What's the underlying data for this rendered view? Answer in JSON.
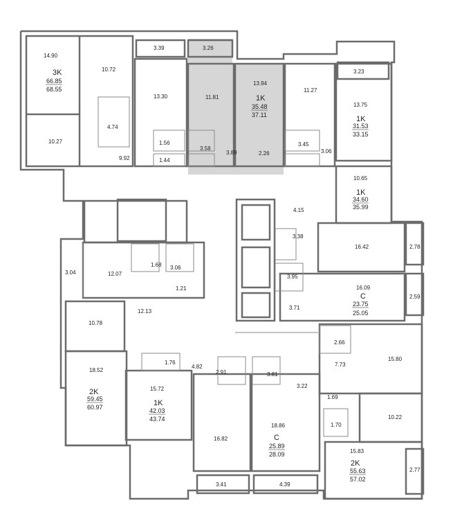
{
  "rooms": {
    "r1490": "14.90",
    "r1072": "10.72",
    "r1027": "10.27",
    "r474": "4.74",
    "r339": "3.39",
    "r326": "3.26",
    "r1330": "13.30",
    "r1181": "11.81",
    "r156": "1.56",
    "r144": "1.44",
    "r358": "3.58",
    "r389": "3.89",
    "r992": "9.92",
    "r1394": "13.94",
    "r226": "2.26",
    "r1127": "11.27",
    "r345": "3.45",
    "r306a": "3.06",
    "r323": "3.23",
    "r1375": "13.75",
    "r1065": "10.65",
    "r415": "4.15",
    "r338": "3.38",
    "r1642": "16.42",
    "r278": "2.78",
    "r395": "3.95",
    "r1609": "16.09",
    "r259": "2.59",
    "r371": "3.71",
    "r304": "3.04",
    "r1207": "12.07",
    "r168": "1.68",
    "r306b": "3.06",
    "r121": "1.21",
    "r1213": "12.13",
    "r1078": "10.78",
    "r1852": "18.52",
    "r176": "1.76",
    "r482": "4.82",
    "r1572": "15.72",
    "r291": "2.91",
    "r381": "3.81",
    "r322": "3.22",
    "r266": "2.66",
    "r773": "7.73",
    "r1580": "15.80",
    "r169": "1.69",
    "r170": "1.70",
    "r1022": "10.22",
    "r1682": "16.82",
    "r1886": "18.86",
    "r1583": "15.83",
    "r277": "2.77",
    "r341": "3.41",
    "r439": "4.39"
  },
  "apartments": [
    {
      "type": "3K",
      "area_living": "66.85",
      "area_total": "68.55"
    },
    {
      "type": "1K",
      "area_living": "35.48",
      "area_total": "37.11"
    },
    {
      "type": "1K",
      "area_living": "31.53",
      "area_total": "33.15"
    },
    {
      "type": "1K",
      "area_living": "34.60",
      "area_total": "35.99"
    },
    {
      "type": "C",
      "area_living": "23.75",
      "area_total": "25.05"
    },
    {
      "type": "2K",
      "area_living": "59.45",
      "area_total": "60.97"
    },
    {
      "type": "1K",
      "area_living": "42.03",
      "area_total": "43.74"
    },
    {
      "type": "C",
      "area_living": "25.89",
      "area_total": "28.09"
    },
    {
      "type": "2K",
      "area_living": "55.63",
      "area_total": "57.02"
    }
  ],
  "colors": {
    "wall": "#6b6b6b",
    "line": "#8a8a8a",
    "highlight": "#d6d6d6",
    "background": "#ffffff"
  }
}
